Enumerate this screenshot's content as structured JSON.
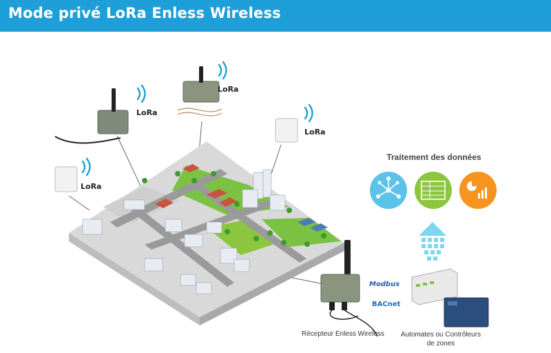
{
  "header": {
    "title": "Mode privé LoRa Enless Wireless",
    "color": "#1e9fd9"
  },
  "lora_label": "LoRa",
  "processing": {
    "title": "Traitement des données",
    "icons": [
      {
        "name": "network-nodes-icon",
        "color": "#5bc3e8"
      },
      {
        "name": "data-table-icon",
        "color": "#8cc63f"
      },
      {
        "name": "analytics-chart-icon",
        "color": "#f7941d"
      }
    ]
  },
  "gateway": {
    "label": "Récepteur Enless Wireless"
  },
  "controllers": {
    "label": "Automates ou Contrôleurs de zones"
  },
  "protocols": {
    "modbus": "Modbus",
    "bacnet": "BACnet"
  }
}
